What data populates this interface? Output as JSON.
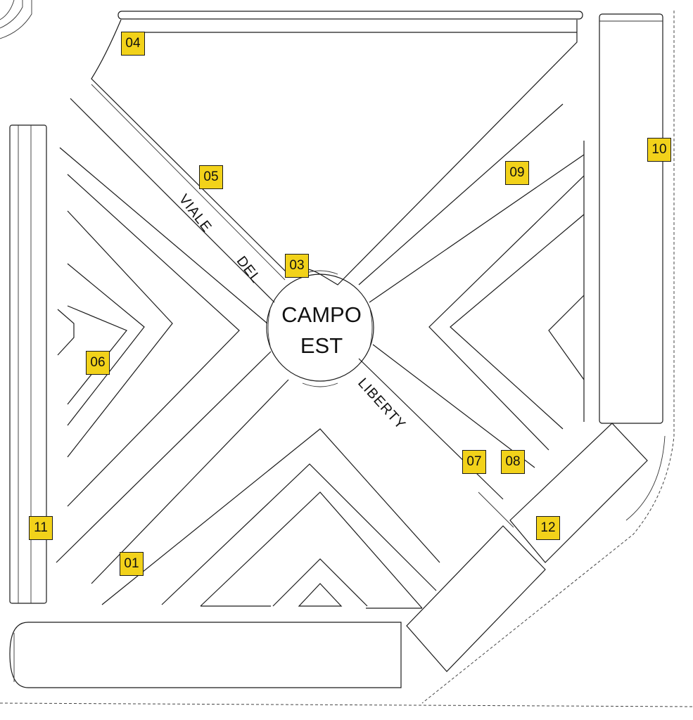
{
  "map": {
    "center_label_line1": "CAMPO",
    "center_label_line2": "EST",
    "streets": {
      "viale": "VIALE",
      "del": "DEL",
      "liberty": "LIBERTY"
    },
    "marker_color": "#f2d21a",
    "markers": {
      "m01": "01",
      "m03": "03",
      "m04": "04",
      "m05": "05",
      "m06": "06",
      "m07": "07",
      "m08": "08",
      "m09": "09",
      "m10": "10",
      "m11": "11",
      "m12": "12"
    }
  }
}
